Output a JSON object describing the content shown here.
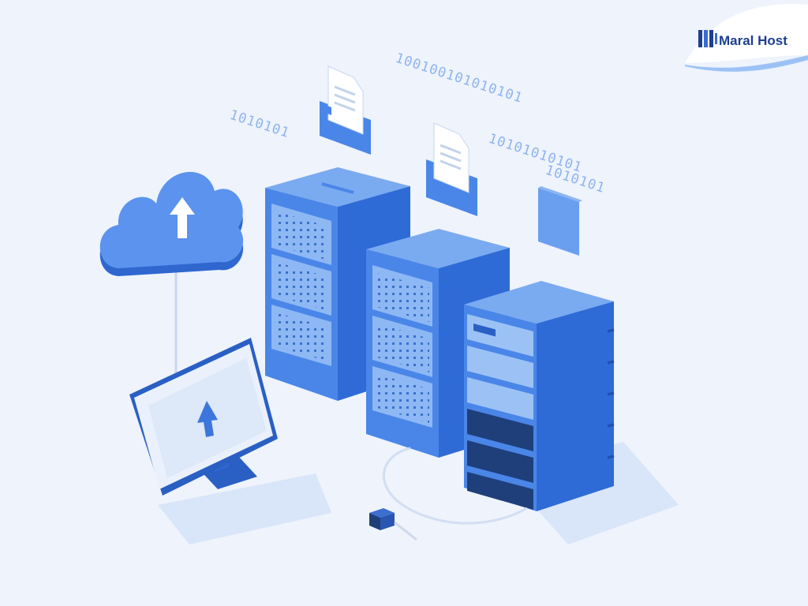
{
  "brand": {
    "name": "Maral Host"
  },
  "binary": {
    "left": "1010101",
    "top": "100100101010101",
    "mid": "10101010101",
    "right": "1010101"
  },
  "icons": [
    "cloud-upload-icon",
    "monitor-upload-icon",
    "document-icon",
    "server-rack-icon",
    "network-port-icon"
  ],
  "colors": {
    "background": "#eef3fc",
    "primary": "#4a86e8",
    "light": "#7aaaf0",
    "dark": "#2a5fc4",
    "navy": "#1f3f7a",
    "brand": "#1e3f8f"
  }
}
